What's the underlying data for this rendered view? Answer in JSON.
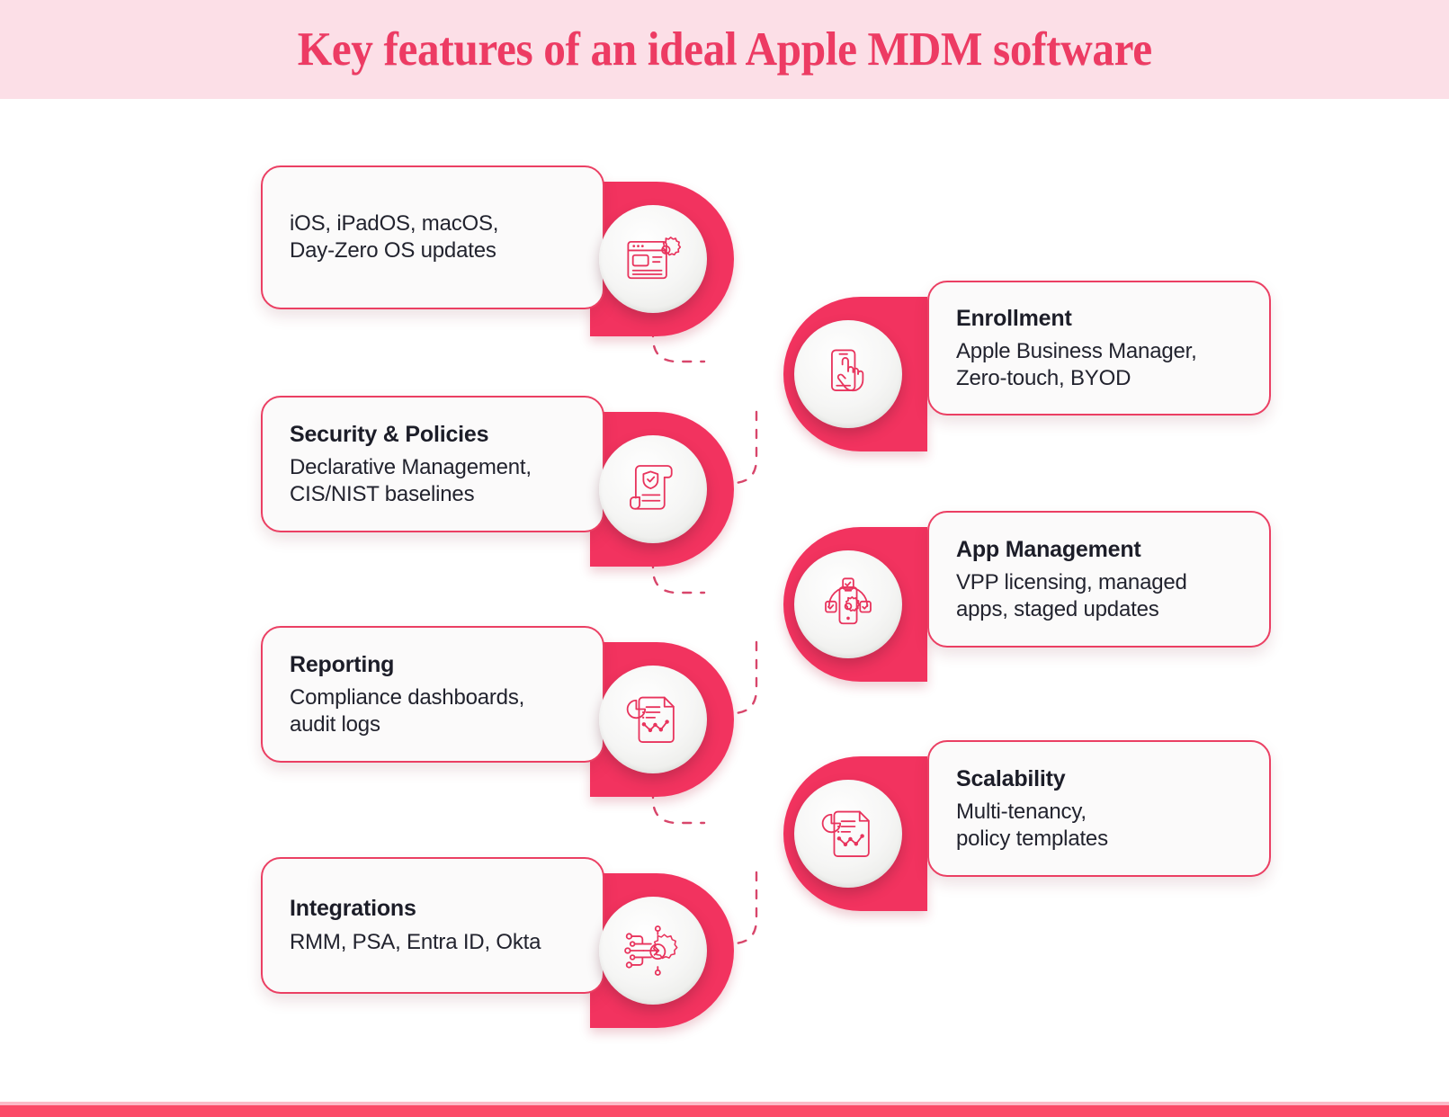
{
  "header": {
    "title": "Key features of an ideal Apple MDM software"
  },
  "theme": {
    "accent": "#ED3B63",
    "accent_tab": "#F2335F",
    "header_bg": "#FCDFE7",
    "card_bg": "#FBFAFA",
    "card_border": "#EB3F63",
    "text_dark": "#1C1D28",
    "bottom_bar": "#FB4A68",
    "connector": "#D8466B"
  },
  "nodes": [
    {
      "id": "os-updates",
      "side": "left",
      "title": "",
      "body": "iOS, iPadOS, macOS,\nDay-Zero OS updates",
      "icon": "browser-gear-icon"
    },
    {
      "id": "enrollment",
      "side": "right",
      "title": "Enrollment",
      "body": "Apple Business Manager,\nZero-touch, BYOD",
      "icon": "hand-tap-phone-icon"
    },
    {
      "id": "security-policies",
      "side": "left",
      "title": "Security & Policies",
      "body": "Declarative Management,\nCIS/NIST baselines",
      "icon": "scroll-shield-check-icon"
    },
    {
      "id": "app-management",
      "side": "right",
      "title": "App Management",
      "body": "VPP licensing, managed\napps, staged updates",
      "icon": "phone-gear-checks-icon"
    },
    {
      "id": "reporting",
      "side": "left",
      "title": "Reporting",
      "body": "Compliance dashboards,\naudit logs",
      "icon": "report-chart-document-icon"
    },
    {
      "id": "scalability",
      "side": "right",
      "title": "Scalability",
      "body": "Multi-tenancy,\npolicy templates",
      "icon": "report-chart-document-icon"
    },
    {
      "id": "integrations",
      "side": "left",
      "title": "Integrations",
      "body": "RMM, PSA, Entra ID, Okta",
      "icon": "circuit-gear-icon"
    }
  ]
}
